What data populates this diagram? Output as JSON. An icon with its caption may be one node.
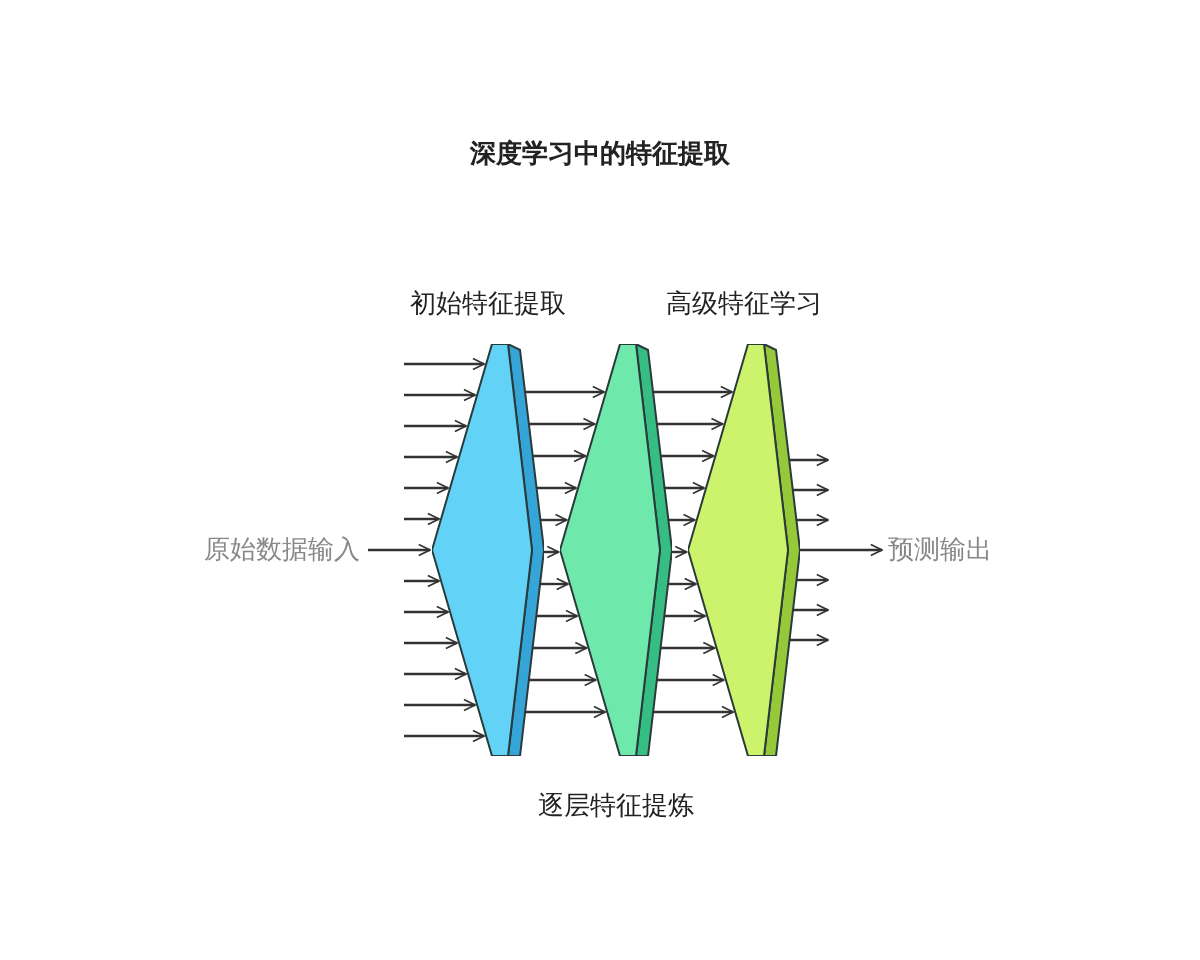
{
  "diagram": {
    "title": "深度学习中的特征提取",
    "nodes": [
      {
        "text": [
          "原始数据输入"
        ]
      },
      {
        "text": [],
        "shape": "diamond",
        "beside": [
          "初始特征提取"
        ]
      },
      {
        "text": [],
        "shape": "diamond",
        "beside": [
          "逐层特征提炼"
        ]
      },
      {
        "text": [],
        "shape": "diamond",
        "beside": [
          "高级特征学习"
        ]
      },
      {
        "text": [
          "预测输出"
        ]
      }
    ],
    "edges": [
      {
        "from": null,
        "to": 1,
        "arrow": "to"
      },
      {
        "from": null,
        "to": 1,
        "arrow": "to"
      },
      {
        "from": null,
        "to": 1,
        "arrow": "to"
      },
      {
        "from": null,
        "to": 1,
        "arrow": "to"
      },
      {
        "from": null,
        "to": 1,
        "arrow": "to"
      },
      {
        "from": null,
        "to": 1,
        "arrow": "to"
      },
      {
        "from": 0,
        "to": 1,
        "arrow": "to"
      },
      {
        "from": null,
        "to": 1,
        "arrow": "to"
      },
      {
        "from": null,
        "to": 1,
        "arrow": "to"
      },
      {
        "from": null,
        "to": 1,
        "arrow": "to"
      },
      {
        "from": null,
        "to": 1,
        "arrow": "to"
      },
      {
        "from": null,
        "to": 1,
        "arrow": "to"
      },
      {
        "from": null,
        "to": 1,
        "arrow": "to"
      },
      {
        "from": 1,
        "to": 2,
        "arrow": "to"
      },
      {
        "from": 1,
        "to": 2,
        "arrow": "to"
      },
      {
        "from": 1,
        "to": 2,
        "arrow": "to"
      },
      {
        "from": 1,
        "to": 2,
        "arrow": "to"
      },
      {
        "from": 1,
        "to": 2,
        "arrow": "to"
      },
      {
        "from": 1,
        "to": 2,
        "arrow": "to"
      },
      {
        "from": 1,
        "to": 2,
        "arrow": "to"
      },
      {
        "from": 1,
        "to": 2,
        "arrow": "to"
      },
      {
        "from": 1,
        "to": 2,
        "arrow": "to"
      },
      {
        "from": 1,
        "to": 2,
        "arrow": "to"
      },
      {
        "from": 1,
        "to": 2,
        "arrow": "to"
      },
      {
        "from": 2,
        "to": 3,
        "arrow": "to"
      },
      {
        "from": 2,
        "to": 3,
        "arrow": "to"
      },
      {
        "from": 2,
        "to": 3,
        "arrow": "to"
      },
      {
        "from": 2,
        "to": 3,
        "arrow": "to"
      },
      {
        "from": 2,
        "to": 3,
        "arrow": "to"
      },
      {
        "from": 2,
        "to": 3,
        "arrow": "to"
      },
      {
        "from": 2,
        "to": 3,
        "arrow": "to"
      },
      {
        "from": 2,
        "to": 3,
        "arrow": "to"
      },
      {
        "from": 2,
        "to": 3,
        "arrow": "to"
      },
      {
        "from": 2,
        "to": 3,
        "arrow": "to"
      },
      {
        "from": 2,
        "to": 3,
        "arrow": "to"
      },
      {
        "from": 3,
        "to": null,
        "arrow": "to"
      },
      {
        "from": 3,
        "to": null,
        "arrow": "to"
      },
      {
        "from": 3,
        "to": null,
        "arrow": "to"
      },
      {
        "from": 3,
        "to": 4,
        "arrow": "to"
      },
      {
        "from": 3,
        "to": null,
        "arrow": "to"
      },
      {
        "from": 3,
        "to": null,
        "arrow": "to"
      },
      {
        "from": 3,
        "to": null,
        "arrow": "to"
      }
    ]
  }
}
